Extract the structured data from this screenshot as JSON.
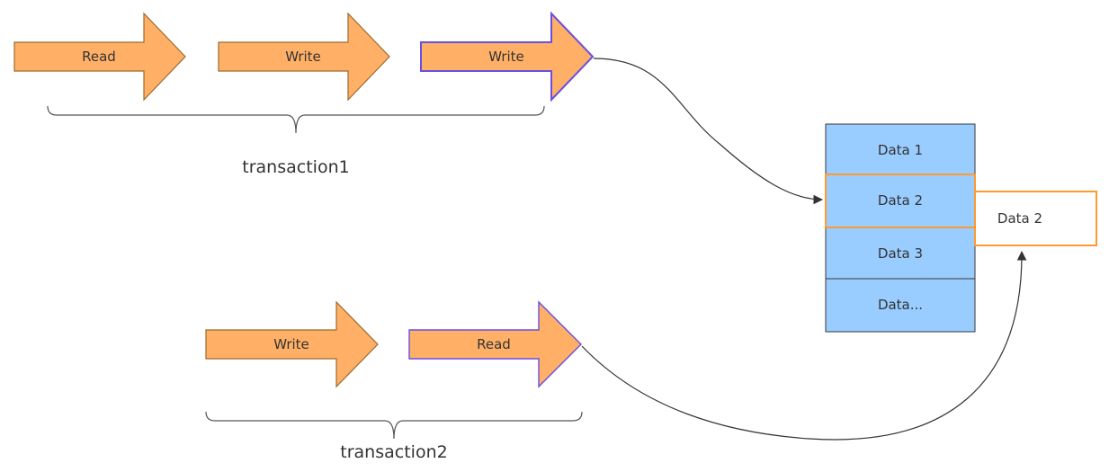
{
  "transaction1": {
    "label": "transaction1",
    "steps": [
      "Read",
      "Write",
      "Write"
    ]
  },
  "transaction2": {
    "label": "transaction2",
    "steps": [
      "Write",
      "Read"
    ]
  },
  "data_table": {
    "cells": [
      "Data 1",
      "Data 2",
      "Data 3",
      "Data..."
    ]
  },
  "side_box": {
    "label": "Data 2"
  },
  "colors": {
    "arrow_fill": "#ffb066",
    "arrow_stroke": "#9a6a2e",
    "highlight_stroke": "#6a4fe0",
    "cell_fill": "#99ccff",
    "cell_stroke": "#3a3a3a",
    "selected_stroke": "#ff9a2e",
    "connector": "#333333"
  }
}
